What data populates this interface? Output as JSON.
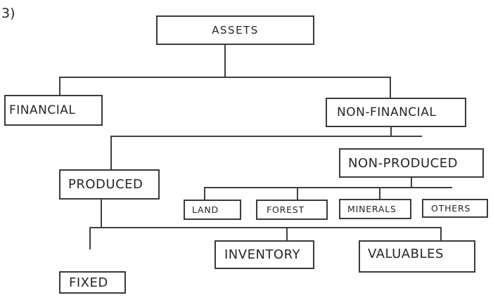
{
  "page_label": "3)",
  "colors": {
    "line": "#3f3f3f",
    "box_border": "#3a3a3a",
    "text": "#262626",
    "background": "#ffffff"
  },
  "diagram": {
    "type": "tree",
    "root": "ASSETS",
    "nodes": {
      "assets": {
        "label": "ASSETS"
      },
      "financial": {
        "label": "FINANCIAL"
      },
      "non_financial": {
        "label": "NON-FINANCIAL"
      },
      "produced": {
        "label": "PRODUCED"
      },
      "non_produced": {
        "label": "NON-PRODUCED"
      },
      "land": {
        "label": "LAND"
      },
      "forest": {
        "label": "FOREST"
      },
      "minerals": {
        "label": "MINERALS"
      },
      "others": {
        "label": "OTHERS"
      },
      "fixed": {
        "label": "FIXED"
      },
      "inventory": {
        "label": "INVENTORY"
      },
      "valuables": {
        "label": "VALUABLES"
      }
    },
    "edges": [
      {
        "from": "ASSETS",
        "to": "FINANCIAL"
      },
      {
        "from": "ASSETS",
        "to": "NON-FINANCIAL"
      },
      {
        "from": "NON-FINANCIAL",
        "to": "PRODUCED"
      },
      {
        "from": "NON-FINANCIAL",
        "to": "NON-PRODUCED"
      },
      {
        "from": "NON-PRODUCED",
        "to": "LAND"
      },
      {
        "from": "NON-PRODUCED",
        "to": "FOREST"
      },
      {
        "from": "NON-PRODUCED",
        "to": "MINERALS"
      },
      {
        "from": "NON-PRODUCED",
        "to": "OTHERS"
      },
      {
        "from": "PRODUCED",
        "to": "FIXED"
      },
      {
        "from": "PRODUCED",
        "to": "INVENTORY"
      },
      {
        "from": "PRODUCED",
        "to": "VALUABLES"
      }
    ]
  }
}
